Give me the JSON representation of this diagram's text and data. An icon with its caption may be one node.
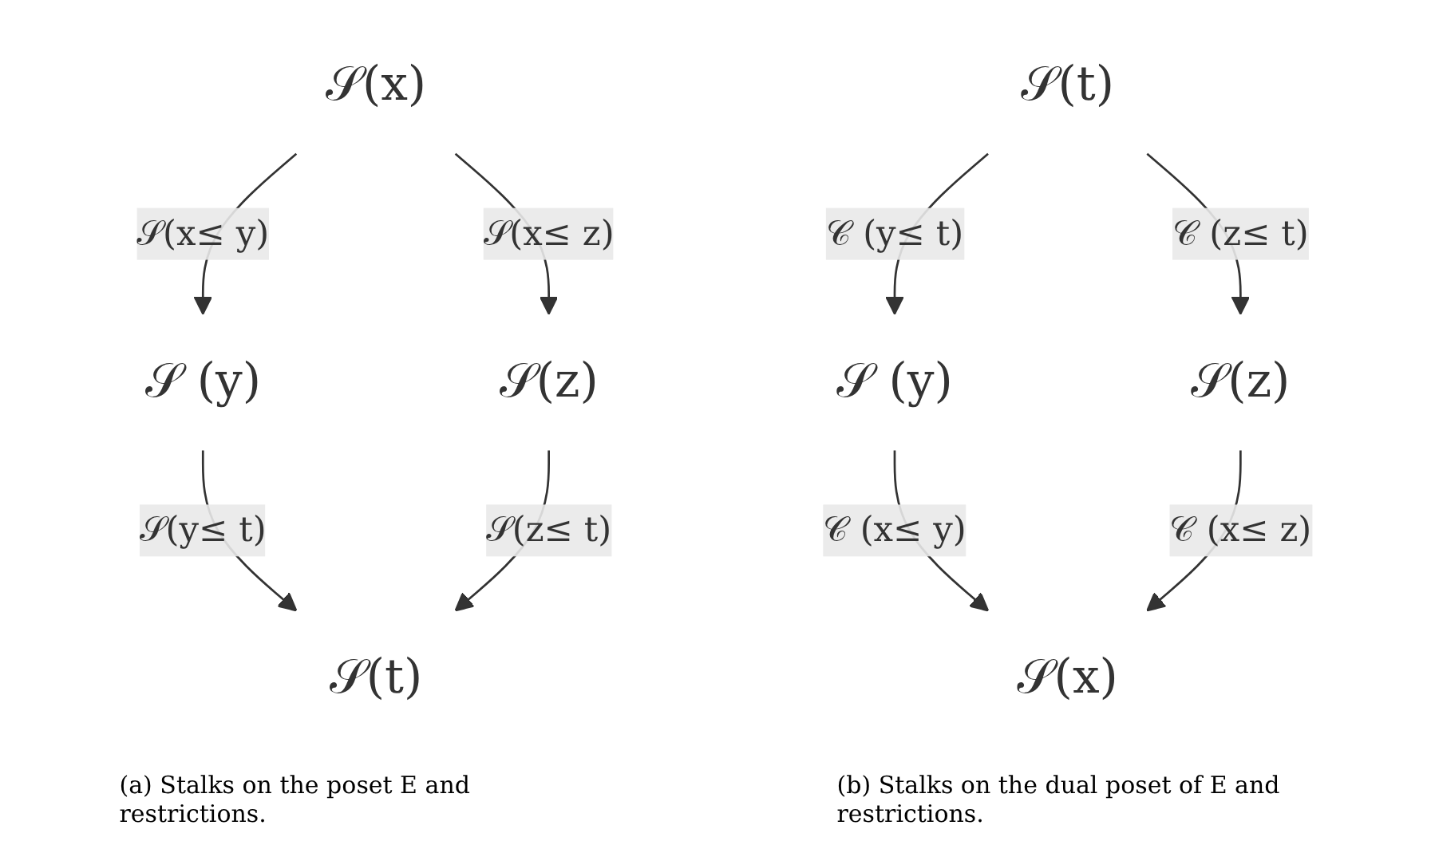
{
  "diagram": {
    "nodes": [
      {
        "text": [
          "𝒮(t)"
        ]
      },
      {
        "text": [
          "𝒮 (y)"
        ]
      },
      {
        "text": [
          "𝒮(z)"
        ]
      },
      {
        "text": [
          "𝒮(x)"
        ]
      },
      {
        "text": [
          "𝒮(t)"
        ]
      },
      {
        "text": [
          "𝒮 (y)"
        ]
      },
      {
        "text": [
          "𝒮(z)"
        ]
      },
      {
        "text": [
          "𝒮(x)"
        ]
      }
    ],
    "edges": [
      {
        "from": 1,
        "to": 0,
        "arrow": "to",
        "label": "𝒮(y≤ t)"
      },
      {
        "from": 2,
        "to": 0,
        "arrow": "to",
        "label": "𝒮(z≤ t)"
      },
      {
        "from": 3,
        "to": 1,
        "arrow": "to",
        "label": "𝒮(x≤ y)"
      },
      {
        "from": 3,
        "to": 2,
        "arrow": "to",
        "label": "𝒮(x≤ z)"
      },
      {
        "from": 4,
        "to": 5,
        "arrow": "to",
        "label": "𝒞 (y≤ t)"
      },
      {
        "from": 4,
        "to": 6,
        "arrow": "to",
        "label": "𝒞 (z≤ t)"
      },
      {
        "from": 5,
        "to": 7,
        "arrow": "to",
        "label": "𝒞 (x≤ y)"
      },
      {
        "from": 6,
        "to": 7,
        "arrow": "to",
        "label": "𝒞 (x≤ z)"
      }
    ],
    "labels": [
      "(a) Stalks on the poset E and restrictions.",
      "(b) Stalks on the dual poset of E and restrictions."
    ]
  }
}
